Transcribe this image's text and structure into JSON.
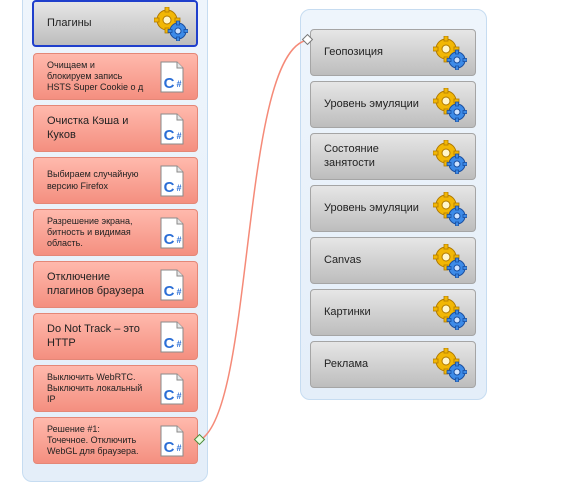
{
  "root": {
    "label": "Плагины",
    "icon": "gear-icon"
  },
  "plugins": [
    {
      "label": " Очищаем и\nблокируем запись\nHSTS Super Cookie о д",
      "icon": "csharp-file-icon",
      "small": true
    },
    {
      "label": "Очистка Кэша и\nКуков",
      "icon": "csharp-file-icon",
      "small": false
    },
    {
      "label": "Выбираем случайную\nверсию Firefox",
      "icon": "csharp-file-icon",
      "small": true
    },
    {
      "label": "Разрешение экрана,\nбитность и видимая\nобласть.",
      "icon": "csharp-file-icon",
      "small": true
    },
    {
      "label": "Отключение\nплагинов браузера",
      "icon": "csharp-file-icon",
      "small": false
    },
    {
      "label": "Do Not Track – это\nHTTP",
      "icon": "csharp-file-icon",
      "small": false
    },
    {
      "label": " Выключить WebRTC.\nВыключить локальный\nIP",
      "icon": "csharp-file-icon",
      "small": true
    },
    {
      "label": "Решение #1:\nТочечное. Отключить\nWebGL для браузера.",
      "icon": "csharp-file-icon",
      "small": true
    }
  ],
  "groups": [
    {
      "label": "Геопозиция",
      "icon": "gear-icon"
    },
    {
      "label": "Уровень эмуляции",
      "icon": "gear-icon"
    },
    {
      "label": "Состояние\nзанятости",
      "icon": "gear-icon"
    },
    {
      "label": "Уровень эмуляции",
      "icon": "gear-icon"
    },
    {
      "label": "Canvas",
      "icon": "gear-icon"
    },
    {
      "label": "Картинки",
      "icon": "gear-icon"
    },
    {
      "label": "Реклама",
      "icon": "gear-icon"
    }
  ],
  "colors": {
    "connector": "#f58a78",
    "plugin_fill": "#f79e91",
    "group_fill": "#cfcfcf",
    "selected_border": "#1f3fcc"
  }
}
